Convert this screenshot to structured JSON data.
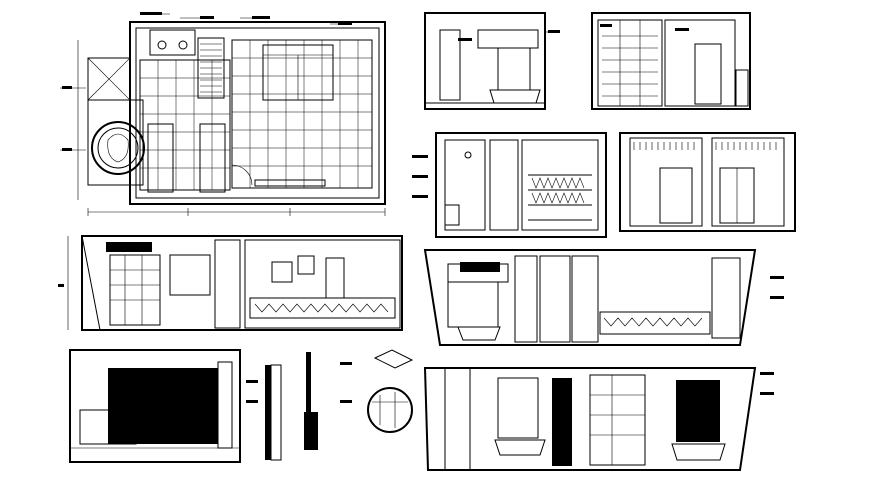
{
  "drawing": {
    "background": "#ffffff",
    "ink": "#000000",
    "sheets": [
      {
        "id": "floor-plan",
        "kind": "plan"
      },
      {
        "id": "elevation-a",
        "kind": "elevation"
      },
      {
        "id": "elevation-b",
        "kind": "elevation"
      },
      {
        "id": "elevation-c",
        "kind": "elevation"
      },
      {
        "id": "elevation-d",
        "kind": "elevation"
      },
      {
        "id": "elevation-e",
        "kind": "elevation"
      },
      {
        "id": "elevation-f",
        "kind": "elevation"
      },
      {
        "id": "elevation-g",
        "kind": "elevation"
      },
      {
        "id": "elevation-h",
        "kind": "elevation"
      },
      {
        "id": "elevation-i",
        "kind": "elevation"
      },
      {
        "id": "detail-sections",
        "kind": "detail"
      }
    ]
  }
}
